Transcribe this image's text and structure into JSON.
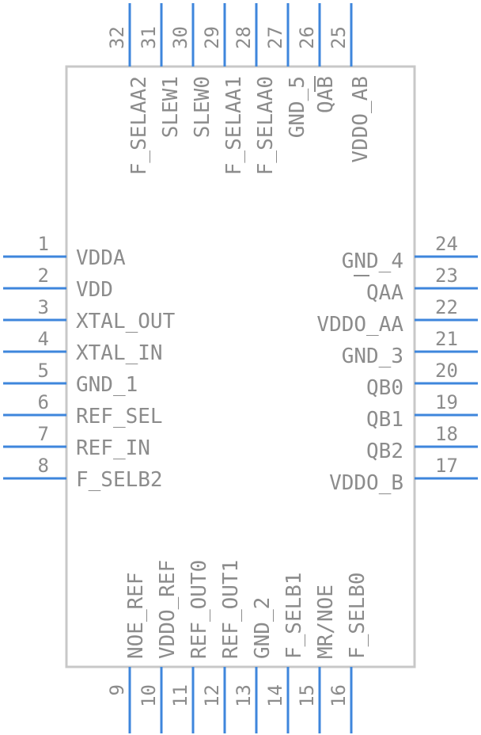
{
  "pins": {
    "left": [
      {
        "num": "1",
        "name": "VDDA"
      },
      {
        "num": "2",
        "name": "VDD"
      },
      {
        "num": "3",
        "name": "XTAL_OUT"
      },
      {
        "num": "4",
        "name": "XTAL_IN"
      },
      {
        "num": "5",
        "name": "GND_1"
      },
      {
        "num": "6",
        "name": "REF_SEL"
      },
      {
        "num": "7",
        "name": "REF_IN"
      },
      {
        "num": "8",
        "name": "F_SELB2"
      }
    ],
    "right": [
      {
        "num": "24",
        "name": "GND_4"
      },
      {
        "num": "23",
        "name": "QAA"
      },
      {
        "num": "22",
        "name": "VDDO_AA"
      },
      {
        "num": "21",
        "name": "GND_3"
      },
      {
        "num": "20",
        "name": "QB0"
      },
      {
        "num": "19",
        "name": "QB1"
      },
      {
        "num": "18",
        "name": "QB2"
      },
      {
        "num": "17",
        "name": "VDDO_B"
      }
    ],
    "bottom": [
      {
        "num": "9",
        "name": "NOE_REF"
      },
      {
        "num": "10",
        "name": "VDDO_REF"
      },
      {
        "num": "11",
        "name": "REF_OUT0"
      },
      {
        "num": "12",
        "name": "REF_OUT1"
      },
      {
        "num": "13",
        "name": "GND_2"
      },
      {
        "num": "14",
        "name": "F_SELB1"
      },
      {
        "num": "15",
        "name": "MR/NOE"
      },
      {
        "num": "16",
        "name": "F_SELB0"
      }
    ],
    "top": [
      {
        "num": "32",
        "name": "F_SELAA2"
      },
      {
        "num": "31",
        "name": "SLEW1"
      },
      {
        "num": "30",
        "name": "SLEW0"
      },
      {
        "num": "29",
        "name": ""
      },
      {
        "num": "28",
        "name": "F_SELAA1"
      },
      {
        "num": "27",
        "name": "F_SELAA0"
      },
      {
        "num": "26",
        "name": "GND_5"
      },
      {
        "num": "25",
        "name": "QAB"
      },
      {
        "num": "",
        "name": "VDDO_AB"
      }
    ]
  },
  "colors": {
    "pin_line": "#3e86dc",
    "body_outline": "#c8c8c8",
    "text": "#8c8c8c"
  }
}
